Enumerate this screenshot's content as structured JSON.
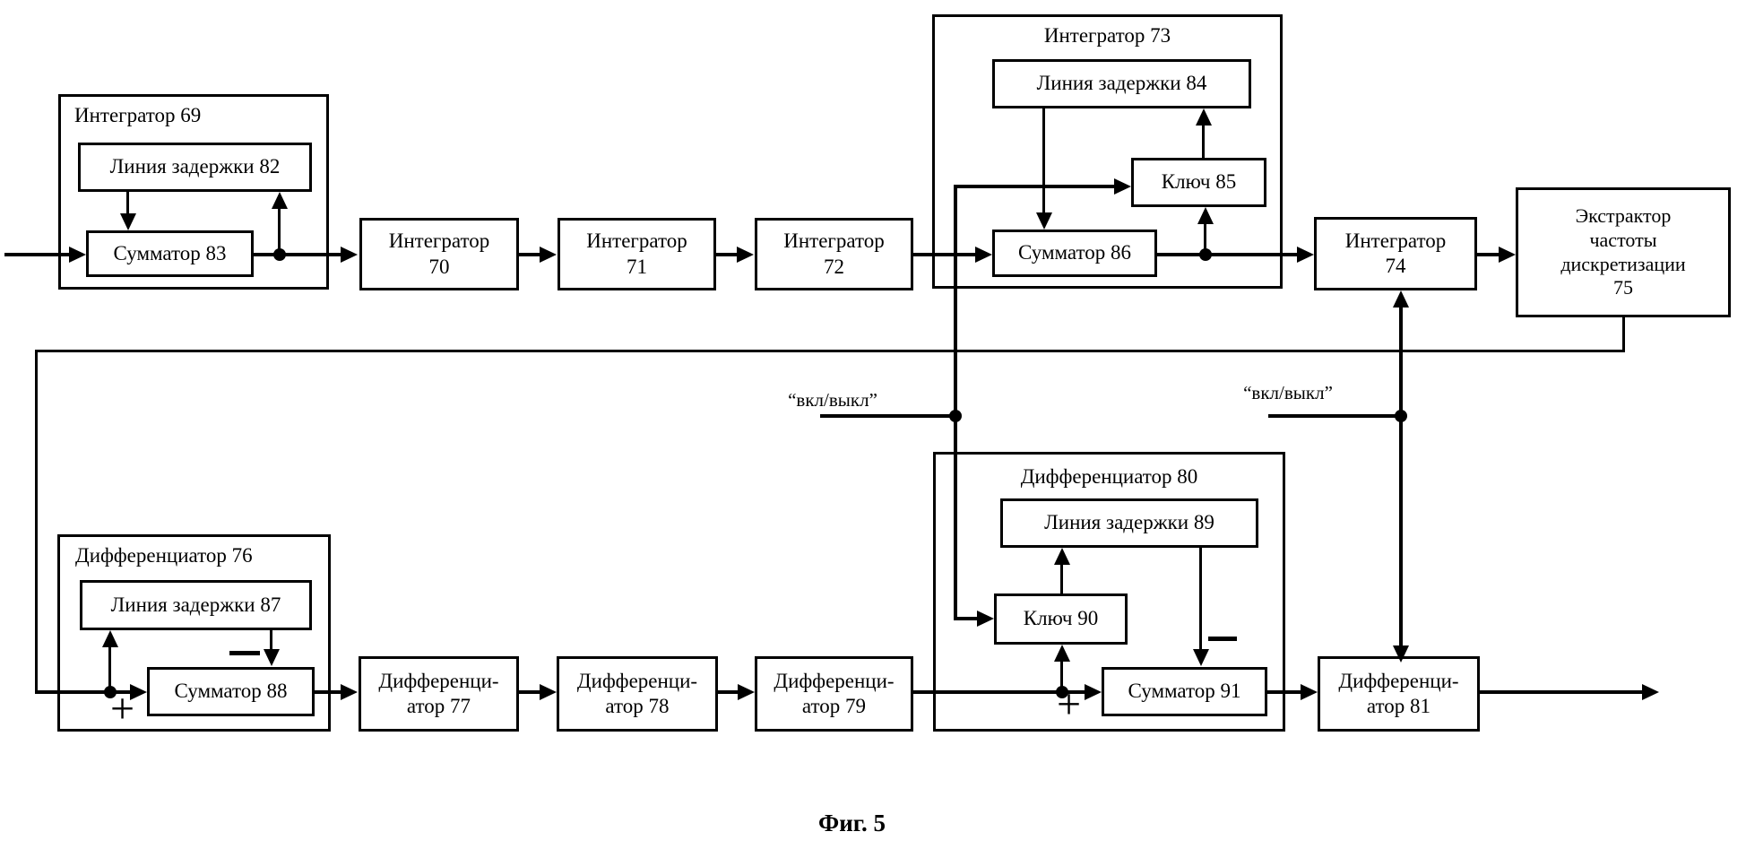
{
  "figure": {
    "caption": "Фиг. 5"
  },
  "colors": {
    "line": "#000000",
    "background": "#ffffff"
  },
  "control_labels": {
    "onoff_left": "“вкл/выкл”",
    "onoff_right": "“вкл/выкл”",
    "plus_left": "+",
    "plus_right": "+"
  },
  "blocks": {
    "int69": {
      "label": "Интегратор 69"
    },
    "lz82": {
      "label": "Линия задержки 82"
    },
    "sum83": {
      "label": "Сумматор 83"
    },
    "int70": {
      "label": "Интегратор\n70"
    },
    "int71": {
      "label": "Интегратор\n71"
    },
    "int72": {
      "label": "Интегратор\n72"
    },
    "int73": {
      "label": "Интегратор 73"
    },
    "lz84": {
      "label": "Линия задержки 84"
    },
    "kl85": {
      "label": "Ключ 85"
    },
    "sum86": {
      "label": "Сумматор 86"
    },
    "int74": {
      "label": "Интегратор\n74"
    },
    "ext75": {
      "label": "Экстрактор\nчастоты\nдискретизации\n75"
    },
    "dif76": {
      "label": "Дифференциатор 76"
    },
    "lz87": {
      "label": "Линия задержки 87"
    },
    "sum88": {
      "label": "Сумматор 88"
    },
    "dif77": {
      "label": "Дифференци-\nатор 77"
    },
    "dif78": {
      "label": "Дифференци-\nатор 78"
    },
    "dif79": {
      "label": "Дифференци-\nатор 79"
    },
    "dif80": {
      "label": "Дифференциатор 80"
    },
    "lz89": {
      "label": "Линия задержки 89"
    },
    "kl90": {
      "label": "Ключ 90"
    },
    "sum91": {
      "label": "Сумматор 91"
    },
    "dif81": {
      "label": "Дифференци-\nатор 81"
    }
  }
}
